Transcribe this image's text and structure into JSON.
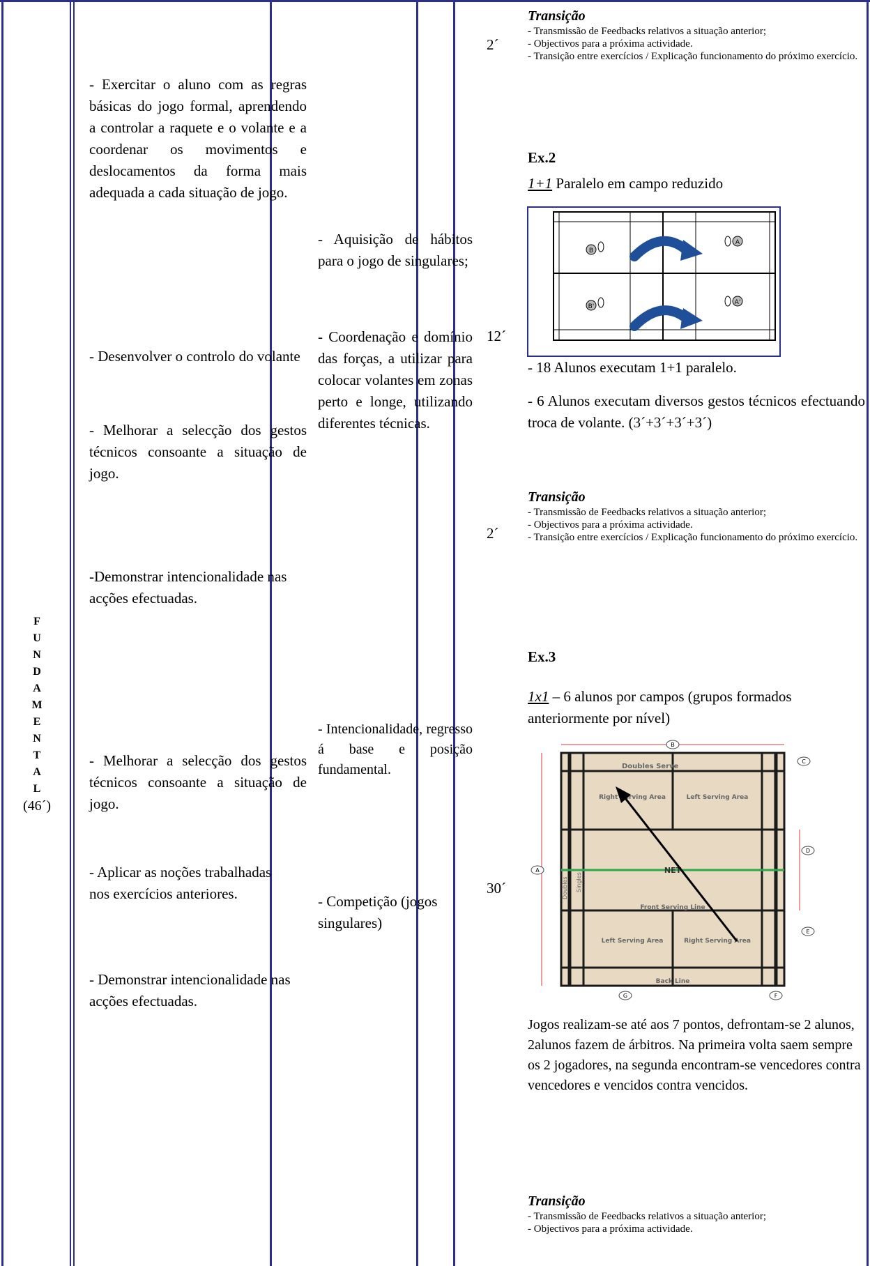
{
  "phase": {
    "letters": [
      "F",
      "U",
      "N",
      "D",
      "A",
      "M",
      "E",
      "N",
      "T",
      "A",
      "L"
    ],
    "duration": "(46´)"
  },
  "objectives": [
    "- Exercitar o aluno com as regras básicas do jogo formal, aprendendo a controlar a raquete e o volante e a coordenar os movimentos e deslocamentos da forma mais adequada a cada situação de jogo.",
    "- Desenvolver o controlo do volante",
    "- Melhorar a selecção dos gestos técnicos consoante a situação de jogo.",
    "-Demonstrar intencionalidade nas acções efectuadas.",
    "- Melhorar a selecção dos gestos técnicos consoante a situação de jogo.",
    "- Aplicar as noções trabalhadas nos exercícios anteriores.",
    "- Demonstrar intencionalidade nas acções efectuadas."
  ],
  "criteria": [
    "- Aquisição de hábitos para o jogo de singulares;",
    "- Coordenação e domínio das forças, a utilizar para colocar volantes em zonas perto e longe, utilizando diferentes técnicas.",
    "- Intencionalidade, regresso á base e posição fundamental.",
    "- Competição (jogos singulares)"
  ],
  "times": [
    "2´",
    "12´",
    "2´",
    "30´"
  ],
  "transition": {
    "title": "Transição",
    "lines": [
      "- Transmissão de Feedbacks relativos a situação anterior;",
      "- Objectivos para a próxima actividade.",
      "- Transição entre exercícios / Explicação funcionamento do próximo exercício."
    ]
  },
  "ex2": {
    "title": "Ex.2",
    "format": "1+1",
    "subtitle": " Paralelo em campo reduzido",
    "players": [
      "B",
      "A",
      "B'",
      "A'"
    ],
    "line1": "- 18 Alunos executam 1+1 paralelo.",
    "line2": "- 6 Alunos executam diversos gestos técnicos efectuando troca de volante. (3´+3´+3´+3´)"
  },
  "ex3": {
    "title": "Ex.3",
    "format": "1x1",
    "subtitle": " – 6 alunos por campos (grupos formados anteriormente por nível)",
    "court": {
      "doubles_serve": "Doubles Serve",
      "right_serving_area": "Right Serving Area",
      "left_serving_area": "Left Serving Area",
      "net": "NET",
      "front_serving_line": "Front Serving Line",
      "back_line": "Back Line",
      "doubles": "Doubles",
      "singles": "Singles",
      "markers": [
        "A",
        "B",
        "C",
        "D",
        "E",
        "F",
        "G"
      ]
    },
    "description": "Jogos realizam-se até aos 7 pontos, defrontam-se 2 alunos, 2alunos fazem de árbitros. Na primeira volta saem sempre os 2 jogadores, na segunda encontram-se vencedores contra vencedores e vencidos contra vencidos."
  },
  "transition_final_lines": [
    "- Transmissão de Feedbacks relativos a situação anterior;",
    "- Objectivos para a próxima actividade."
  ],
  "colors": {
    "border": "#2b2f8a",
    "court": "#e8d9c2",
    "net": "#2aa84a",
    "arrow": "#1f4f98",
    "markers": "#d9383a"
  }
}
